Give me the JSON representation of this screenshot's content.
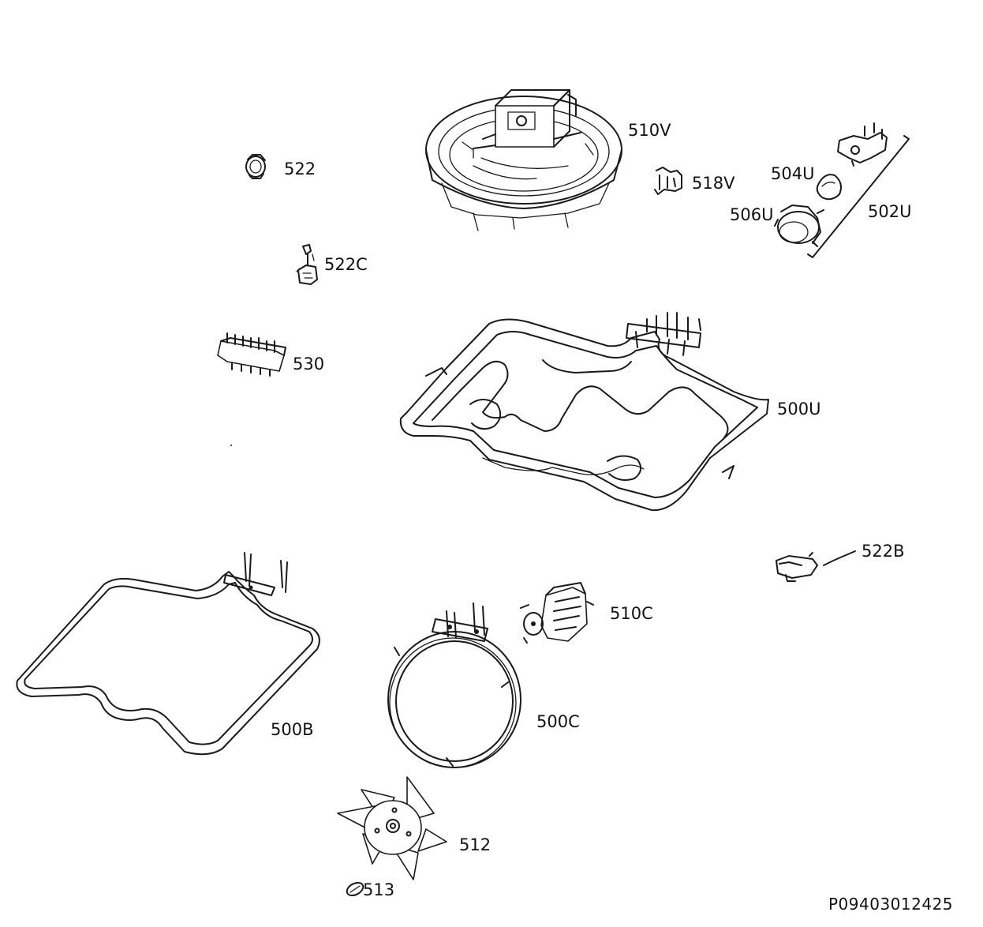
{
  "labels": {
    "p510V": "510V",
    "p522": "522",
    "p518V": "518V",
    "p504U": "504U",
    "p506U": "506U",
    "p502U": "502U",
    "p522C": "522C",
    "p530": "530",
    "p500U": "500U",
    "p522B": "522B",
    "p510C": "510C",
    "p500B": "500B",
    "p500C": "500C",
    "p512": "512",
    "p513": "513"
  },
  "document_code": "P09403012425"
}
